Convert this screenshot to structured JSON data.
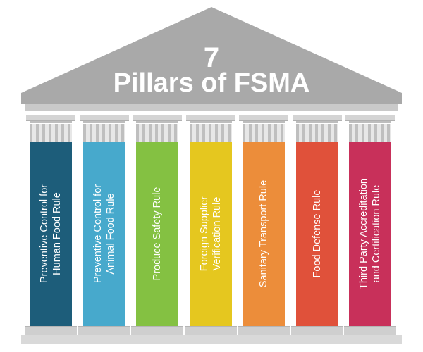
{
  "title": {
    "number": "7",
    "text": "Pillars of FSMA"
  },
  "pillars": [
    {
      "label": "Preventive Control for\nHuman Food Rule",
      "color": "#1d5d7a"
    },
    {
      "label": "Preventive Control for\nAnimal Food Rule",
      "color": "#47a9cc"
    },
    {
      "label": "Produce Safety Rule",
      "color": "#84c142"
    },
    {
      "label": "Foreign Supplier\nVerification Rule",
      "color": "#e5c71f"
    },
    {
      "label": "Sanitary Transport Rule",
      "color": "#ec8d3a"
    },
    {
      "label": "Food Defense Rule",
      "color": "#e0513a"
    },
    {
      "label": "Third Party Accreditation\nand Certification Rule",
      "color": "#c8305a"
    }
  ],
  "roof_color": "#a9a9a9"
}
